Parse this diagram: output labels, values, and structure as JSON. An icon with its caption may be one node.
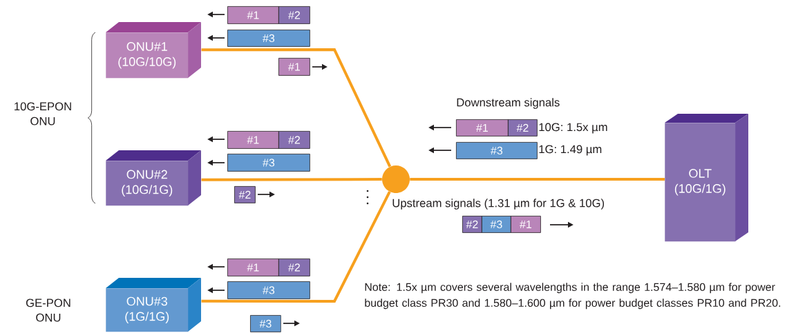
{
  "diagram": {
    "nodes": [
      {
        "text": [
          "ONU#1 (10G/10G)"
        ]
      },
      {
        "text": [
          "ONU#2 (10G/1G)"
        ]
      },
      {
        "text": [
          "ONU#3 (1G/1G)"
        ]
      },
      {
        "text": [],
        "shape": "circle"
      },
      {
        "text": [
          "OLT (10G/1G)"
        ]
      },
      {
        "text": [
          "#1"
        ]
      },
      {
        "text": [
          "#2"
        ]
      },
      {
        "text": [
          "#3"
        ]
      },
      {
        "text": [
          "#1"
        ]
      },
      {
        "text": [
          "#1"
        ]
      },
      {
        "text": [
          "#2"
        ]
      },
      {
        "text": [
          "#3"
        ]
      },
      {
        "text": [
          "#2"
        ]
      },
      {
        "text": [
          "#1"
        ]
      },
      {
        "text": [
          "#2"
        ]
      },
      {
        "text": [
          "#3"
        ]
      },
      {
        "text": [
          "#3"
        ]
      },
      {
        "text": [
          "#1"
        ]
      },
      {
        "text": [
          "#2"
        ]
      },
      {
        "text": [
          "#3"
        ]
      },
      {
        "text": [
          "#2"
        ]
      },
      {
        "text": [
          "#3"
        ]
      },
      {
        "text": [
          "#1"
        ]
      }
    ],
    "edges": [
      {
        "from": 0,
        "to": 3,
        "arrow": "none"
      },
      {
        "from": 1,
        "to": 3,
        "arrow": "none"
      },
      {
        "from": 2,
        "to": 3,
        "arrow": "none"
      },
      {
        "from": 3,
        "to": 4,
        "arrow": "none"
      }
    ],
    "labels": [
      "10G-EPON ONU",
      "GE-PON ONU",
      "Downstream signals",
      "10G: 1.5x µm",
      "1G: 1.49 µm",
      "Upstream signals (1.31 µm for 1G & 10G)",
      "Note: 1.5x µm covers several wavelengths in the range 1.574–1.580 µm for power budget class PR30 and 1.580–1.600 µm for power budget classes PR10 and PR20."
    ]
  }
}
